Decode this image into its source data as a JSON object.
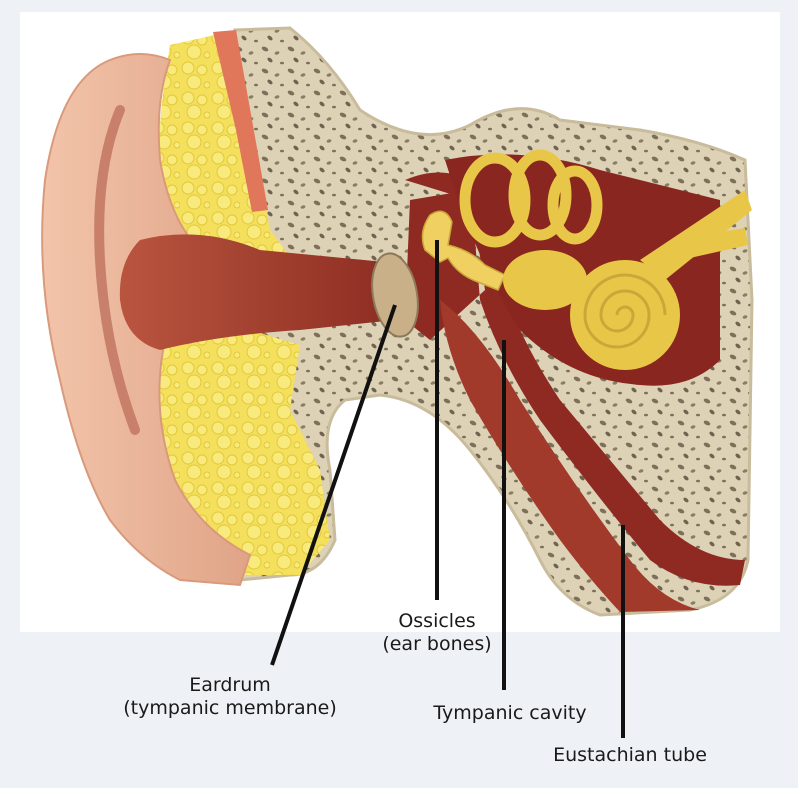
{
  "labels": {
    "eardrum": {
      "line1": "Eardrum",
      "line2": "(tympanic membrane)"
    },
    "ossicles": {
      "line1": "Ossicles",
      "line2": "(ear bones)"
    },
    "tympanic_cavity": "Tympanic cavity",
    "eustachian_tube": "Eustachian tube"
  },
  "colors": {
    "background": "#eef2f6",
    "panel": "#ffffff",
    "bone": "#ddd2b6",
    "bone_pore": "#7d6f5a",
    "fat": "#f1dd55",
    "skin": "#eab49a",
    "canal": "#a8402f",
    "cavity": "#8e2a22",
    "inner_ear": "#e8c647",
    "pointer": "#111111"
  }
}
